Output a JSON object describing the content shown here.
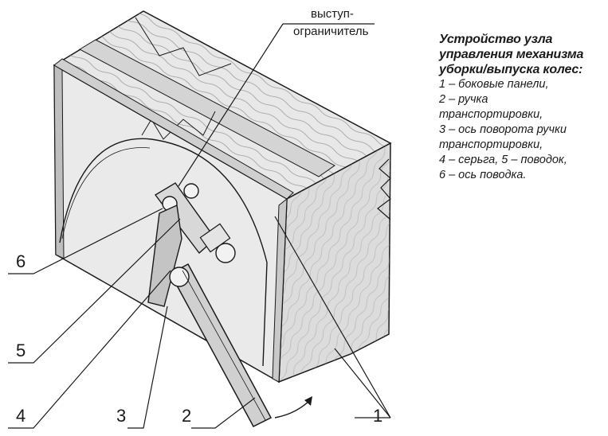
{
  "diagram": {
    "callout_top": {
      "line1": "выступ-",
      "line2": "ограничитель"
    },
    "part_numbers": [
      "1",
      "2",
      "3",
      "4",
      "5",
      "6"
    ]
  },
  "legend": {
    "title_line1": "Устройство узла",
    "title_line2": "управления механизма",
    "title_line3": "уборки/выпуска колес:",
    "items": [
      "1 – боковые панели,",
      "2 – ручка",
      "транспортировки,",
      "3 – ось поворота ручки",
      "транспортировки,",
      "4 – серьга, 5 – поводок,",
      "6 – ось поводка."
    ]
  },
  "colors": {
    "ink": "#1a1a1a",
    "panel_shade": "#d9d9d9",
    "panel_light": "#efefef",
    "wood": "#e6e6e6"
  }
}
